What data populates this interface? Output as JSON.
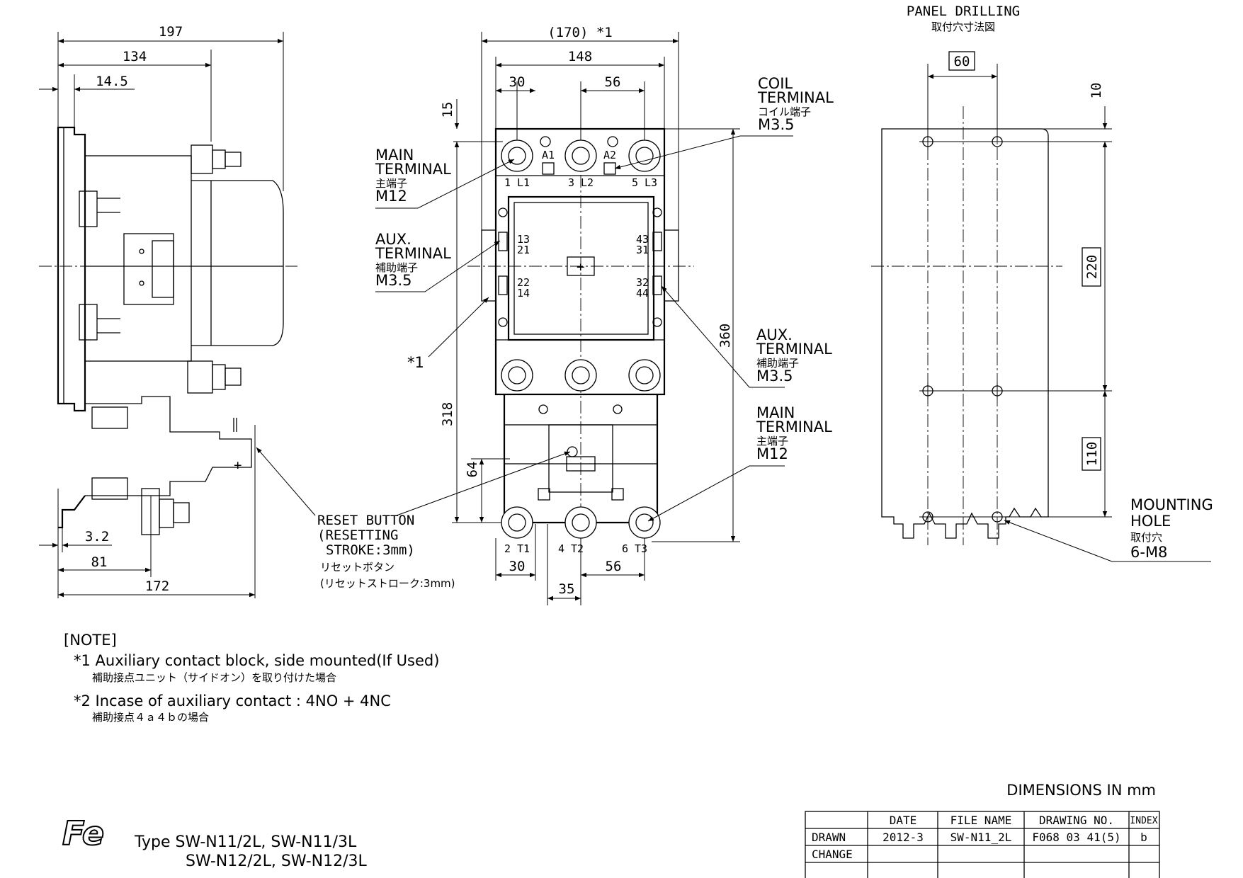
{
  "dims": {
    "top_overall": "197",
    "top_134": "134",
    "top_145": "14.5",
    "side_32": "3.2",
    "side_81": "81",
    "side_172": "172",
    "front_170": "(170) *1",
    "front_148": "148",
    "front_30a": "30",
    "front_56a": "56",
    "front_15": "15",
    "front_360": "360",
    "front_318": "318",
    "front_64": "64",
    "front_30b": "30",
    "front_35": "35",
    "front_56b": "56",
    "panel_60": "60",
    "panel_10": "10",
    "panel_220": "220",
    "panel_110": "110"
  },
  "labels": {
    "panel_title": "PANEL DRILLING",
    "panel_title_jp": "取付穴寸法図",
    "main_terminal_top": [
      "MAIN",
      "TERMINAL",
      "主端子",
      "M12"
    ],
    "aux_terminal_left": [
      "AUX.",
      "TERMINAL",
      "補助端子",
      "M3.5"
    ],
    "coil_terminal": [
      "COIL",
      "TERMINAL",
      "コイル端子",
      "M3.5"
    ],
    "aux_terminal_right": [
      "AUX.",
      "TERMINAL",
      "補助端子",
      "M3.5"
    ],
    "main_terminal_bottom": [
      "MAIN",
      "TERMINAL",
      "主端子",
      "M12"
    ],
    "reset_button": [
      "RESET BUTTON",
      "(RESETTING",
      "STROKE:3mm)",
      "リセットボタン",
      "(リセットストローク:3mm)"
    ],
    "mounting_hole": [
      "MOUNTING",
      "HOLE",
      "取付穴",
      "6-M8"
    ],
    "star1": "*1",
    "term_top": [
      "1 L1",
      "3 L2",
      "5 L3"
    ],
    "term_bottom": [
      "2 T1",
      "4 T2",
      "6 T3"
    ],
    "coil_marks": [
      "A1",
      "A2"
    ],
    "aux_left_top": [
      "13",
      "21"
    ],
    "aux_left_bottom": [
      "22",
      "14"
    ],
    "aux_right_top": [
      "43",
      "31"
    ],
    "aux_right_bottom": [
      "32",
      "44"
    ]
  },
  "note": {
    "heading": "[NOTE]",
    "n1": "*1 Auxiliary contact block, side mounted(If Used)",
    "n1_jp": "補助接点ユニット（サイドオン）を取り付けた場合",
    "n2": "*2 Incase of auxiliary contact : 4NO + 4NC",
    "n2_jp": "補助接点４ａ４ｂの場合"
  },
  "units": "DIMENSIONS IN mm",
  "brand": "Fe",
  "type_line1": "Type SW-N11/2L, SW-N11/3L",
  "type_line2": "SW-N12/2L, SW-N12/3L",
  "title_block": {
    "headers": [
      "DATE",
      "FILE NAME",
      "DRAWING NO.",
      "INDEX"
    ],
    "rows": [
      {
        "label": "DRAWN",
        "cells": [
          "2012-3",
          "SW-N11_2L",
          "F068 03 41(5)",
          "b"
        ]
      },
      {
        "label": "CHANGE",
        "cells": [
          "",
          "",
          "",
          ""
        ]
      },
      {
        "label": "",
        "cells": [
          "",
          "",
          "",
          ""
        ]
      }
    ]
  }
}
